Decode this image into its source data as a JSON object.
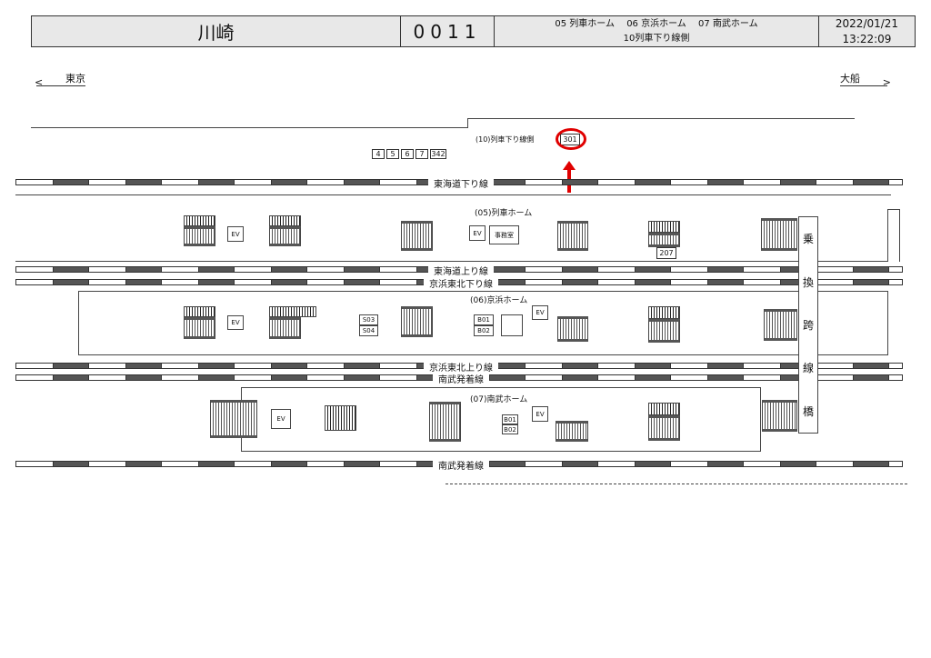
{
  "header": {
    "station": "川崎",
    "code": "0011",
    "platforms": "05 列車ホーム　 06 京浜ホーム　 07 南武ホーム",
    "side": "10列車下り線側",
    "date": "2022/01/21",
    "time": "13:22:09"
  },
  "directions": {
    "left": "東京",
    "right": "大船"
  },
  "cars": [
    "4",
    "5",
    "6",
    "7",
    "342"
  ],
  "marker": {
    "label": "(10)列車下り線側",
    "id": "301",
    "highlight_color": "#e00000"
  },
  "tracks": [
    "東海道下り線",
    "東海道上り線",
    "京浜東北下り線",
    "京浜東北上り線",
    "南武発着線",
    "南武発着線"
  ],
  "platforms": [
    "(05)列車ホーム",
    "(06)京浜ホーム",
    "(07)南武ホーム"
  ],
  "labels": {
    "ev": "EV",
    "office": "事務室",
    "p207": "207",
    "s03": "S03",
    "s04": "S04",
    "b01": "B01",
    "b02": "B02"
  },
  "bridge": [
    "乗",
    "換",
    "跨",
    "線",
    "橋"
  ]
}
